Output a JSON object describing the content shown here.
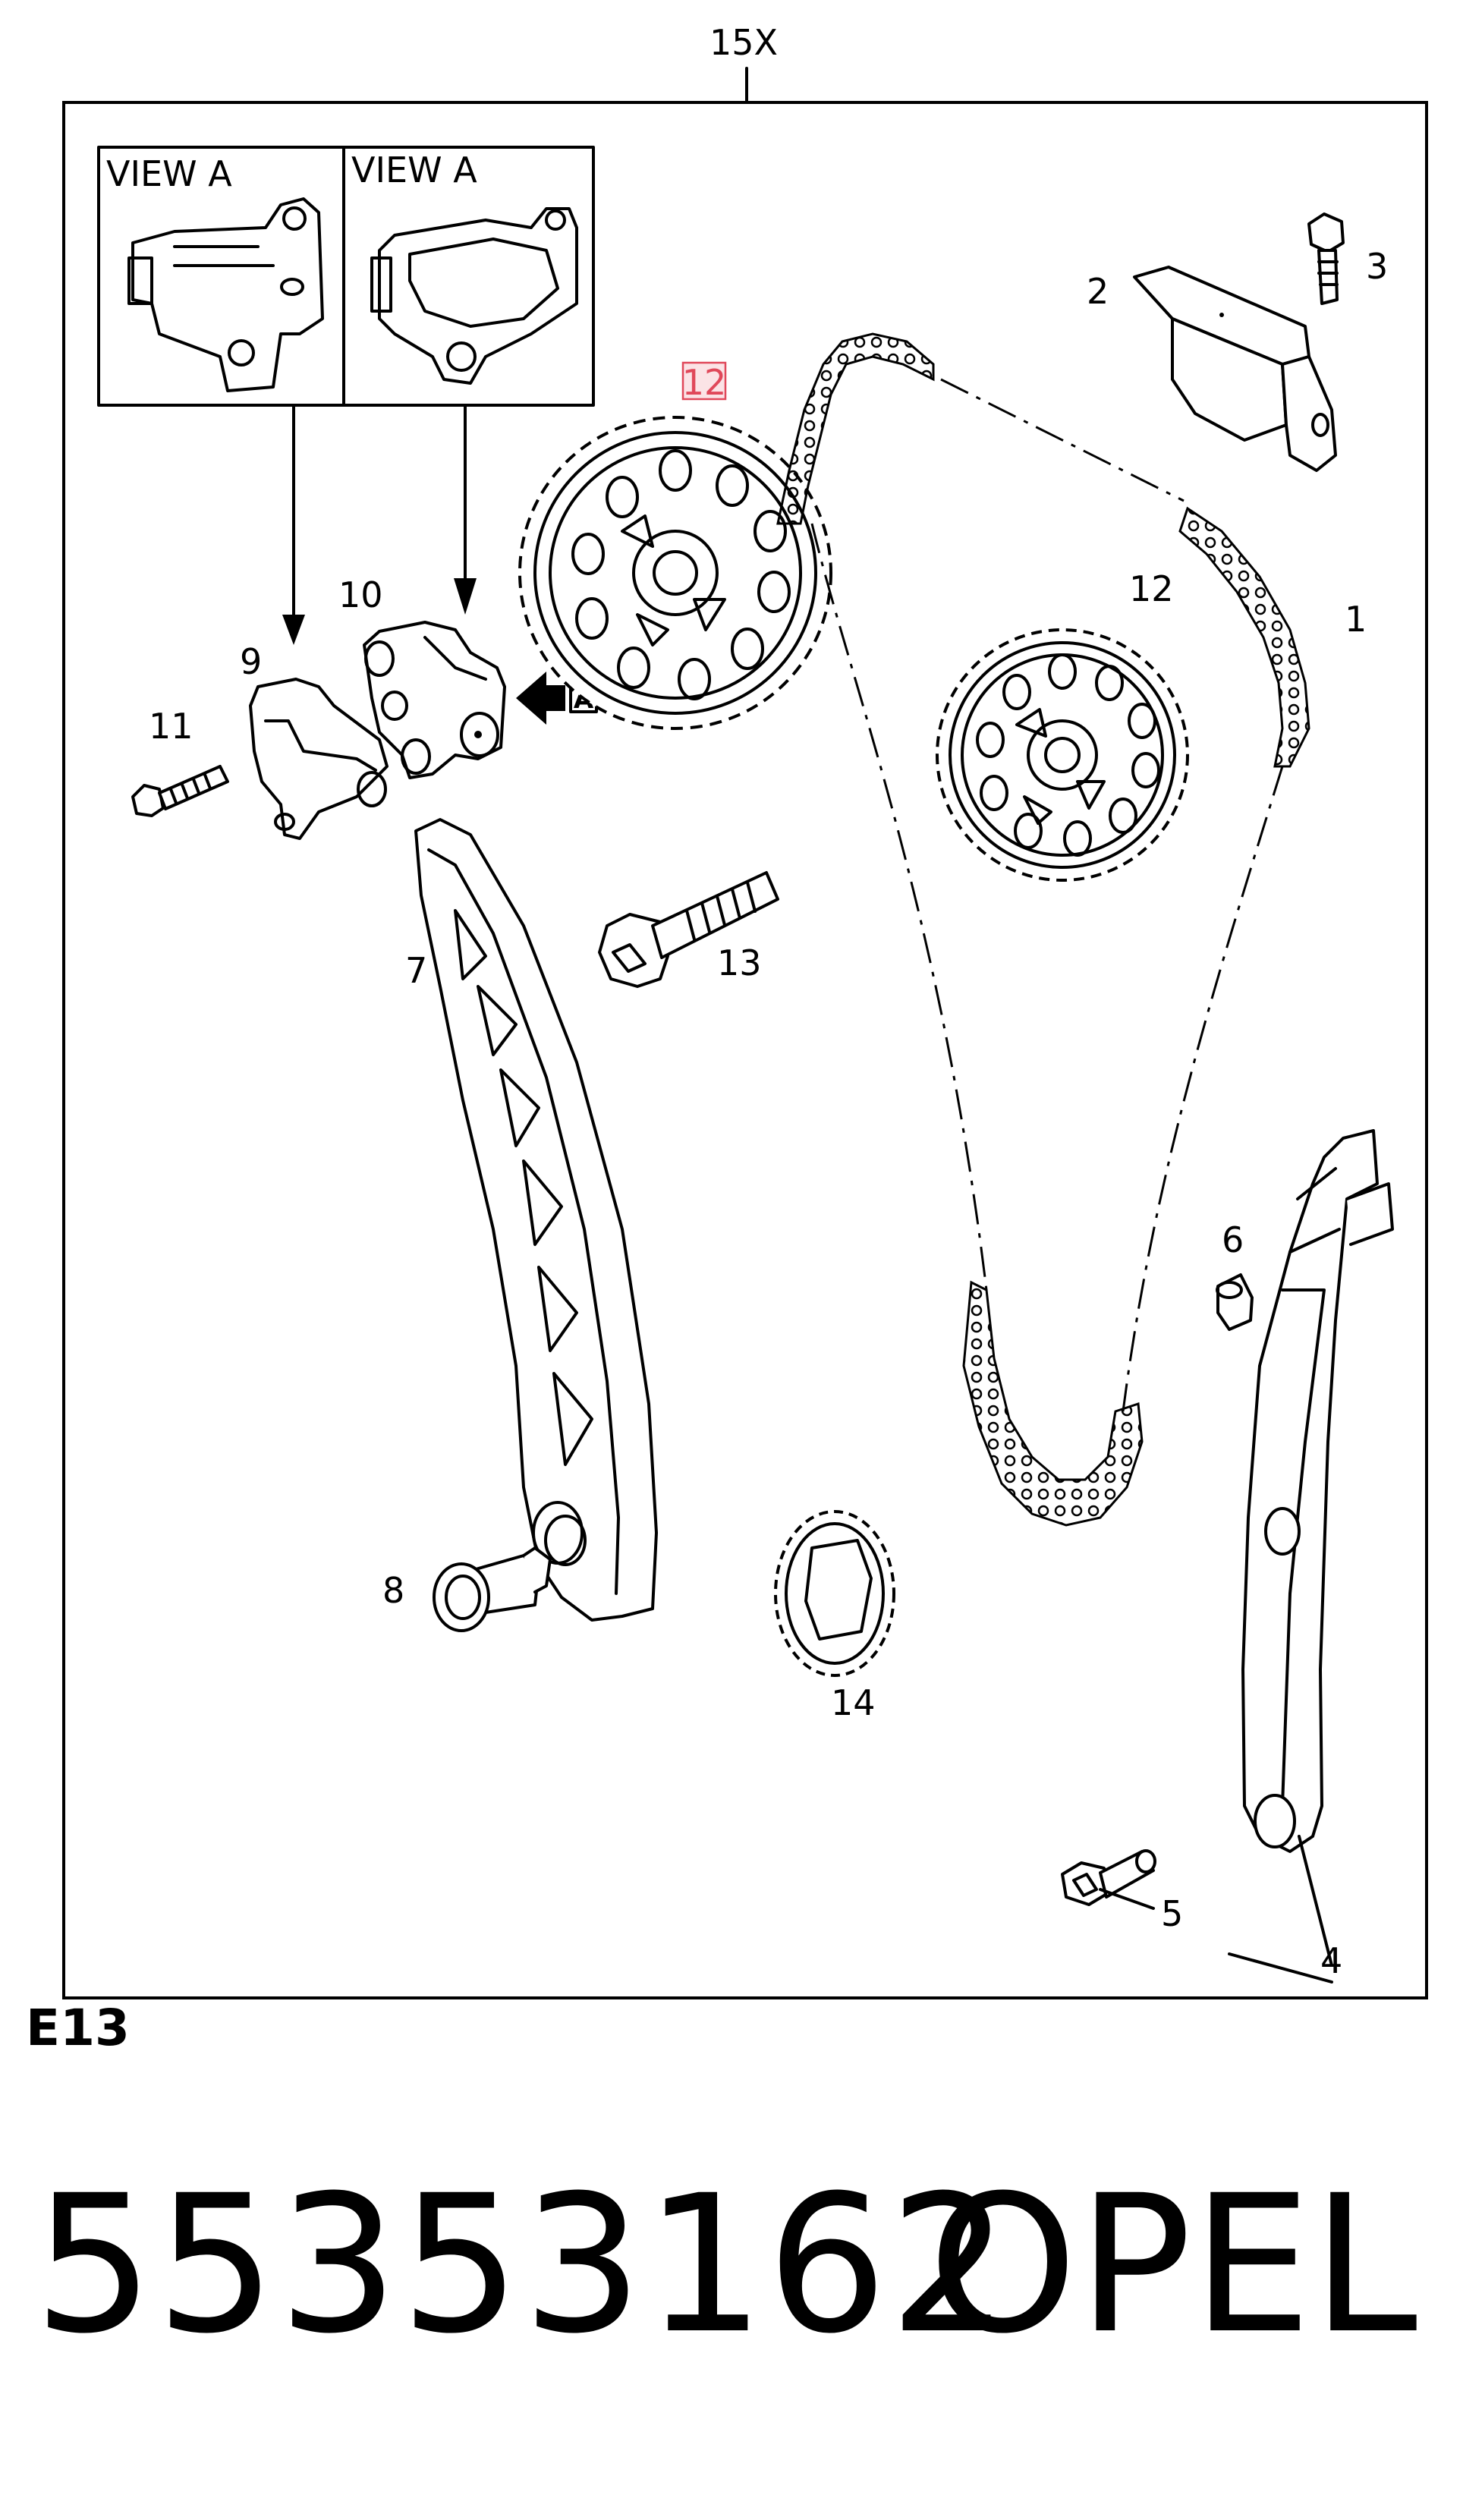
{
  "diagram": {
    "kit_label": "15X",
    "view_a_left": "VIEW A",
    "view_a_right": "VIEW A",
    "arrow_letter": "A",
    "highlighted_label": "12",
    "highlight_color": "#e0485a",
    "callouts": {
      "c1": "1",
      "c2": "2",
      "c3": "3",
      "c4": "4",
      "c5": "5",
      "c6": "6",
      "c7": "7",
      "c8": "8",
      "c9": "9",
      "c10": "10",
      "c11": "11",
      "c12": "12",
      "c13": "13",
      "c14": "14"
    }
  },
  "footer": {
    "group_code": "E13",
    "part_number": "55353162",
    "brand": "OPEL"
  }
}
